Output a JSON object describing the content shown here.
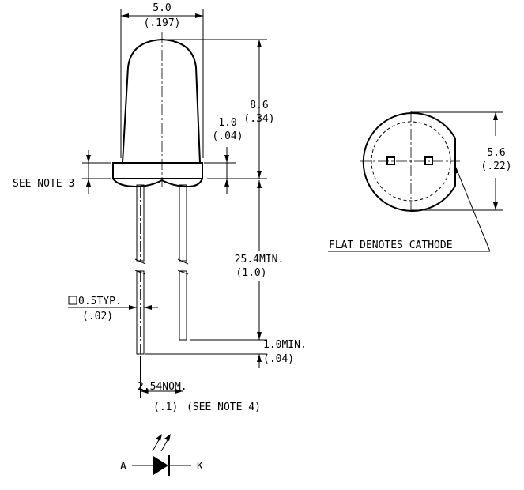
{
  "side_view": {
    "diameter_mm": "5.0",
    "diameter_in": "(.197)",
    "body_height_mm": "8.6",
    "body_height_in": "(.34)",
    "flange_mm": "1.0",
    "flange_in": "(.04)",
    "see_note_3": "SEE NOTE 3",
    "lead_length_mm": "25.4MIN.",
    "lead_length_in": "(1.0)",
    "lead_square_mm": "0.5TYP.",
    "lead_square_in": "(.02)",
    "lead_offset_mm": "1.0MIN.",
    "lead_offset_in": "(.04)",
    "lead_spacing_mm": "2.54NOM.",
    "lead_spacing_in": "(.1)",
    "see_note_4": "(SEE NOTE 4)"
  },
  "top_view": {
    "flange_diameter_mm": "5.6",
    "flange_diameter_in": "(.22)",
    "flat_callout": "FLAT DENOTES CATHODE"
  },
  "symbol": {
    "anode_label": "A",
    "cathode_label": "K"
  }
}
